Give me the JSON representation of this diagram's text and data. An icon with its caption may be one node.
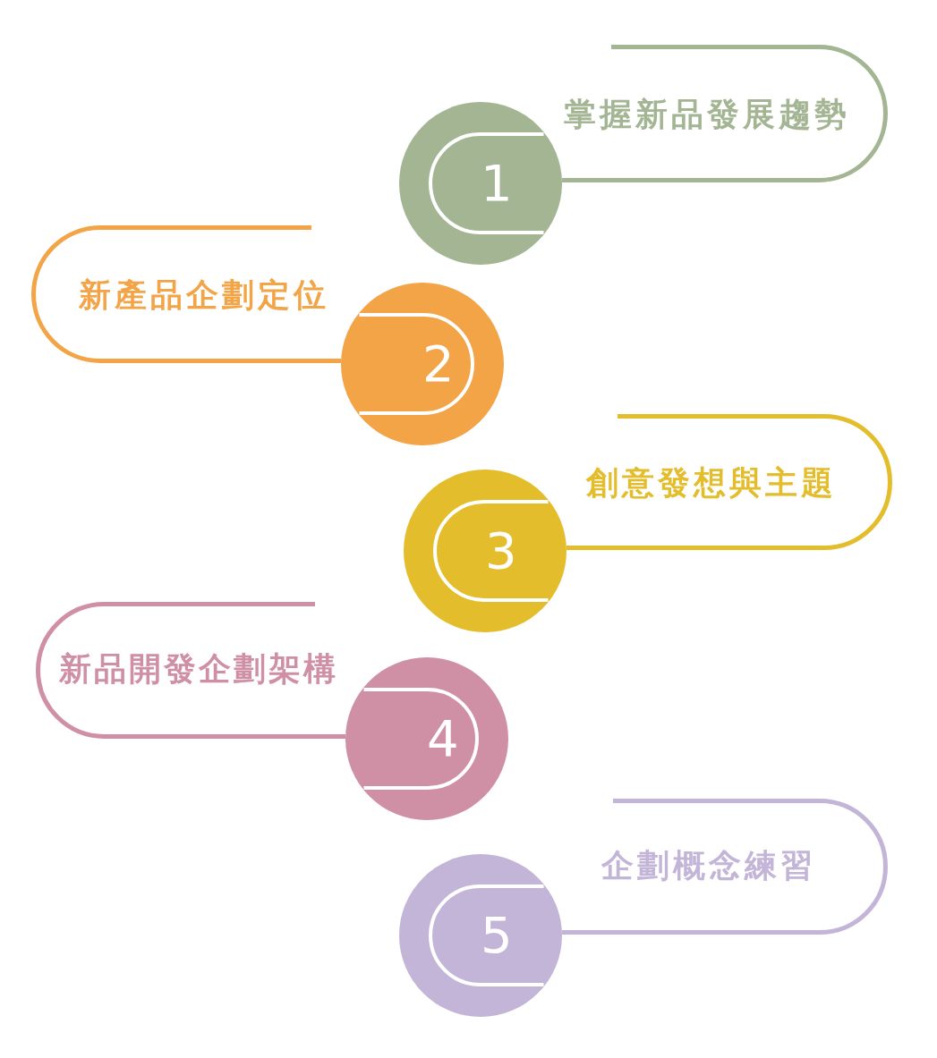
{
  "diagram": {
    "nodes": [
      {
        "text": [
          "1"
        ]
      },
      {
        "text": [
          "掌握新品發展趨勢"
        ]
      },
      {
        "text": [
          "2"
        ]
      },
      {
        "text": [
          "新產品企劃定位"
        ]
      },
      {
        "text": [
          "3"
        ]
      },
      {
        "text": [
          "創意發想與主題"
        ]
      },
      {
        "text": [
          "4"
        ]
      },
      {
        "text": [
          "新品開發企劃架構"
        ]
      },
      {
        "text": [
          "5"
        ]
      },
      {
        "text": [
          "企劃概念練習"
        ]
      }
    ]
  }
}
